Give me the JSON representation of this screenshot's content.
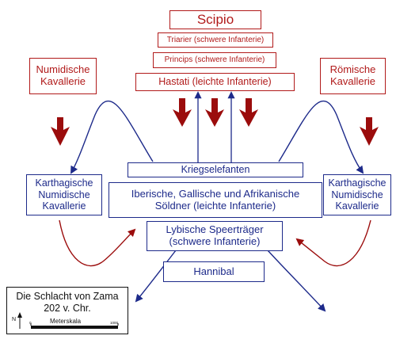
{
  "colors": {
    "roman": "#b11a1a",
    "carthage": "#1d2a8a",
    "arrow_red": "#9b0c0c"
  },
  "roman": {
    "commander": "Scipio",
    "triarier": "Triarier (schwere Infanterie)",
    "principes": "Princips (schwere Infanterie)",
    "hastati": "Hastati (leichte Infanterie)",
    "cavalry_left": "Numidische\nKavallerie",
    "cavalry_right": "Römische\nKavallerie"
  },
  "carthage": {
    "elephants": "Kriegselefanten",
    "mercenaries": "Iberische, Gallische und Afrikanische\nSöldner (leichte Infanterie)",
    "spearmen": "Lybische Speerträger\n(schwere Infanterie)",
    "commander": "Hannibal",
    "cavalry_left": "Karthagische\nNumidische\nKavallerie",
    "cavalry_right": "Karthagische\nNumidische\nKavallerie"
  },
  "legend": {
    "title": "Die Schlacht von Zama\n202 v. Chr.",
    "compass": "N",
    "scale_label": "Meterskala",
    "scale_start": "0",
    "scale_end": "1000"
  }
}
